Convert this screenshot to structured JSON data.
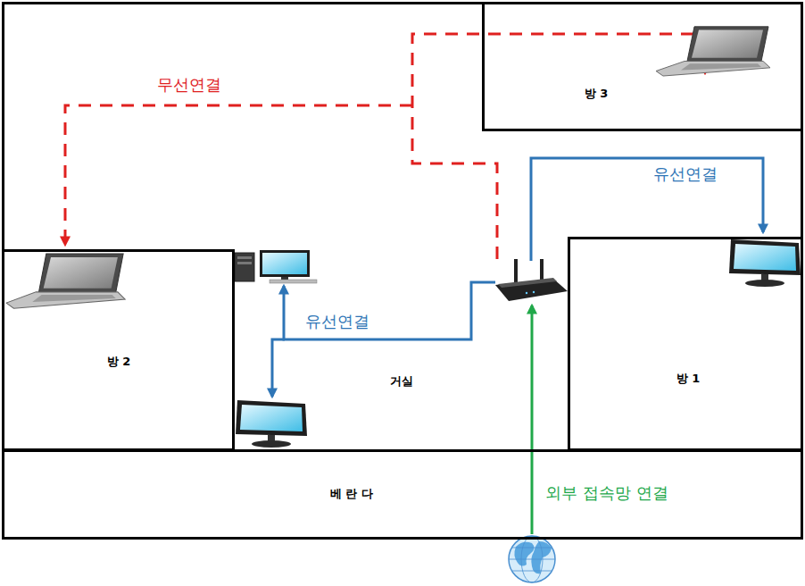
{
  "diagram": {
    "nodes": [
      {
        "text": [
          "거실"
        ]
      },
      {
        "text": [
          "방 3"
        ],
        "in": 0
      },
      {
        "text": [
          "방 2"
        ],
        "in": 0
      },
      {
        "text": [
          "방 1"
        ],
        "in": 0
      },
      {
        "text": [
          "베 란 다"
        ],
        "in": 0
      }
    ],
    "labels": [
      "무선연결",
      "유선연결",
      "유선연결",
      "외부 접속망 연결"
    ]
  }
}
